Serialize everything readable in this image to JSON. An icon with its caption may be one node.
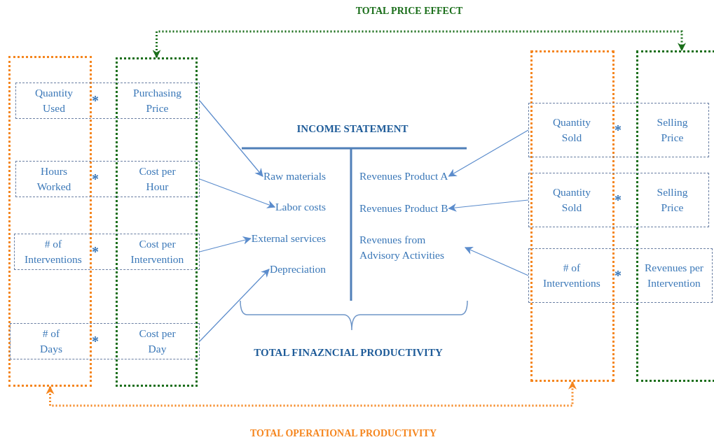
{
  "diagram": {
    "nodes": [
      {
        "text": [],
        "shape": "box"
      },
      {
        "text": [],
        "shape": "box"
      },
      {
        "text": [],
        "shape": "box"
      },
      {
        "text": [],
        "shape": "box"
      },
      {
        "text": [
          "Quantity Used",
          "*",
          "Purchasing Price"
        ]
      },
      {
        "text": [
          "Hours Worked",
          "*",
          "Cost per Hour"
        ]
      },
      {
        "text": [
          "# of Interventions",
          "*",
          "Cost per Intervention"
        ]
      },
      {
        "text": [
          "# of Days",
          "*",
          "Cost per Day"
        ]
      },
      {
        "text": [
          "Quantity Sold",
          "*",
          "Selling Price"
        ]
      },
      {
        "text": [
          "Quantity Sold",
          "*",
          "Selling Price"
        ]
      },
      {
        "text": [
          "# of Interventions",
          "*",
          "Revenues per Intervention"
        ]
      },
      {
        "text": [
          "Raw materials"
        ]
      },
      {
        "text": [
          "Labor costs"
        ]
      },
      {
        "text": [
          "External services"
        ]
      },
      {
        "text": [
          "Depreciation"
        ]
      },
      {
        "text": [
          "Revenues Product A"
        ]
      },
      {
        "text": [
          "Revenues Product B"
        ]
      },
      {
        "text": [
          "Revenues from Advisory Activities"
        ]
      }
    ],
    "edges": [
      {
        "from": 4,
        "to": 11,
        "arrow": "to"
      },
      {
        "from": 5,
        "to": 12,
        "arrow": "to"
      },
      {
        "from": 6,
        "to": 13,
        "arrow": "to"
      },
      {
        "from": 7,
        "to": 14,
        "arrow": "to"
      },
      {
        "from": 8,
        "to": 15,
        "arrow": "to"
      },
      {
        "from": 9,
        "to": 16,
        "arrow": "to"
      },
      {
        "from": 10,
        "to": 17,
        "arrow": "to"
      },
      {
        "from": 1,
        "to": 3,
        "arrow": "both",
        "label": "TOTAL PRICE EFFECT",
        "style": "dashed",
        "color": "#1a6e1a"
      },
      {
        "from": 0,
        "to": 2,
        "arrow": "both",
        "label": "TOTAL OPERATIONAL PRODUCTIVITY",
        "style": "dashed",
        "color": "#f5861f"
      }
    ],
    "labels": [
      "INCOME STATEMENT",
      "TOTAL FINAZNCIAL PRODUCTIVITY"
    ]
  }
}
